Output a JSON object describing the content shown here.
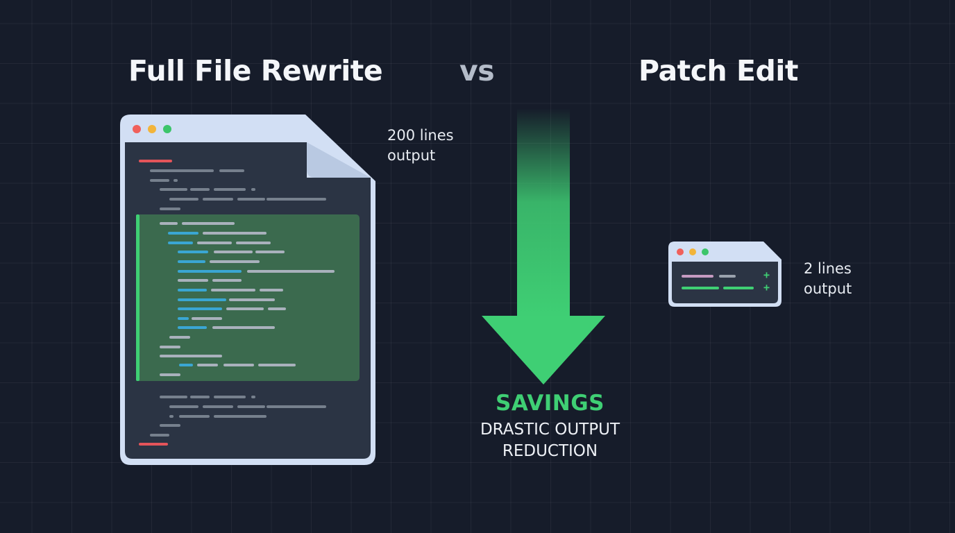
{
  "comparison": {
    "left_title": "Full File Rewrite",
    "separator": "vs",
    "right_title": "Patch Edit"
  },
  "full_rewrite": {
    "caption_line1": "200 lines",
    "caption_line2": "output",
    "icon": "code-file-icon"
  },
  "patch_edit": {
    "caption_line1": "2 lines",
    "caption_line2": "output",
    "added_marker": "+",
    "icon": "patch-window-icon"
  },
  "savings": {
    "title": "SAVINGS",
    "subtitle_line1": "DRASTIC OUTPUT",
    "subtitle_line2": "REDUCTION",
    "icon": "down-arrow-icon"
  },
  "colors": {
    "background": "#161c2a",
    "accent_green": "#3fcf74",
    "window_frame": "#d2dff4",
    "window_body": "#2b3444",
    "highlight_block": "#3b6a4e",
    "code_gray": "#76808d",
    "code_blue": "#3aa6d3",
    "code_red": "#e4545a",
    "code_pink": "#c59ac1",
    "dot_red": "#f0605b",
    "dot_yellow": "#f2b43a",
    "dot_green": "#3cc56a"
  }
}
